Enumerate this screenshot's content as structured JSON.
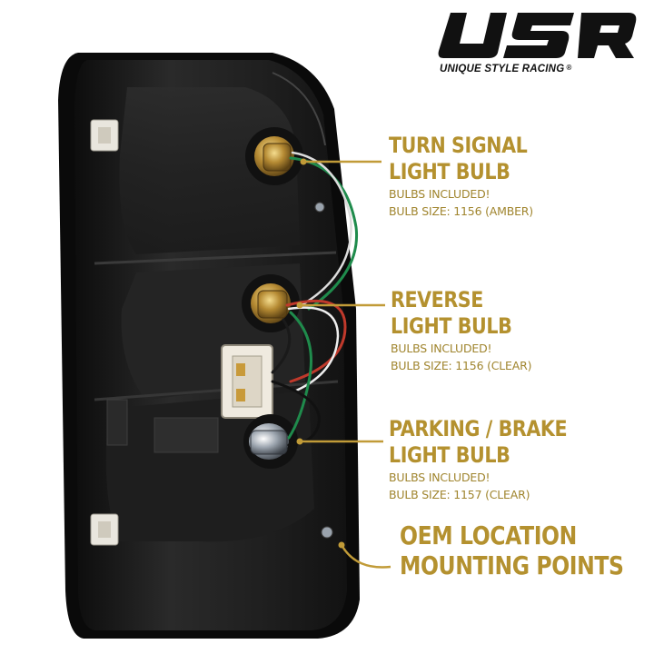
{
  "brand": {
    "logo_letters": "USR",
    "tagline": "UNIQUE STYLE RACING",
    "registered_mark": "®"
  },
  "callouts": {
    "turn_signal": {
      "title_line1": "TURN SIGNAL",
      "title_line2": "LIGHT BULB",
      "note": "BULBS INCLUDED!",
      "bulb_size": "BULB SIZE: 1156 (AMBER)"
    },
    "reverse": {
      "title_line1": "REVERSE",
      "title_line2": "LIGHT BULB",
      "note": "BULBS INCLUDED!",
      "bulb_size": "BULB SIZE: 1156 (CLEAR)"
    },
    "parking_brake": {
      "title_line1": "PARKING / BRAKE",
      "title_line2": "LIGHT BULB",
      "note": "BULBS INCLUDED!",
      "bulb_size": "BULB SIZE: 1157 (CLEAR)"
    },
    "mounting": {
      "title_line1": "OEM LOCATION",
      "title_line2": "MOUNTING POINTS"
    }
  },
  "colors": {
    "accent_gold": "#b4912f",
    "housing_black": "#1a1a1a",
    "logo_black": "#111111"
  }
}
